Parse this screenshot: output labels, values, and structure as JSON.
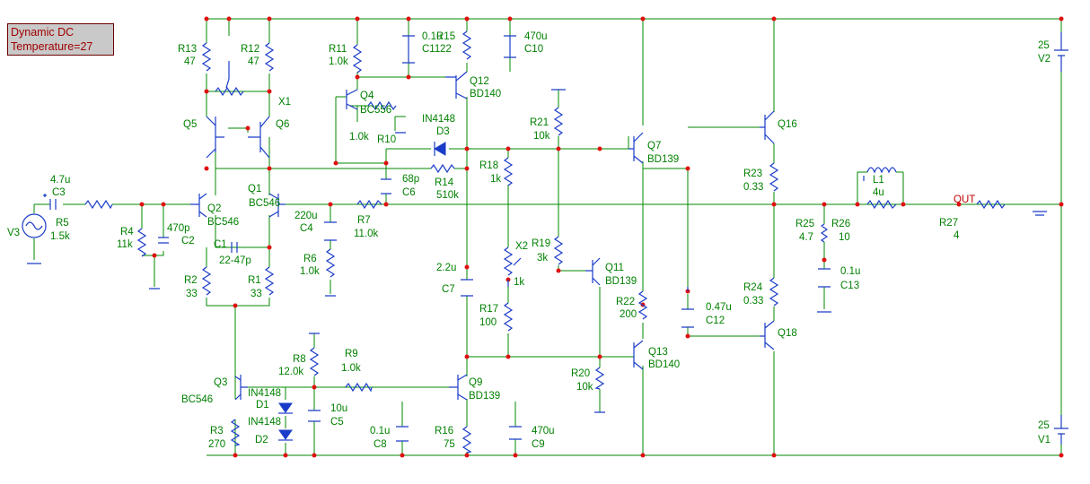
{
  "status": {
    "mode": "Dynamic DC",
    "temperature": "Temperature=27"
  },
  "components": {
    "R13": {
      "name": "R13",
      "value": "47"
    },
    "R12": {
      "name": "R12",
      "value": "47"
    },
    "X1": {
      "name": "X1"
    },
    "Q5": {
      "name": "Q5"
    },
    "Q6": {
      "name": "Q6"
    },
    "R11": {
      "name": "R11",
      "value": "1.0k"
    },
    "C11": {
      "name": "C11",
      "value": "0.1u"
    },
    "R15": {
      "name": "R15",
      "value": "22"
    },
    "C10": {
      "name": "C10",
      "value": "470u"
    },
    "Q12": {
      "name": "Q12",
      "value": "BD140"
    },
    "Q4": {
      "name": "Q4",
      "value": "BC556"
    },
    "R10": {
      "name": "R10",
      "value": "1.0k"
    },
    "D3": {
      "name": "D3",
      "value": "IN4148"
    },
    "R14": {
      "name": "R14",
      "value": "510k"
    },
    "C6": {
      "name": "C6",
      "value": "68p"
    },
    "R21": {
      "name": "R21",
      "value": "10k"
    },
    "Q7": {
      "name": "Q7",
      "value": "BD139"
    },
    "Q16": {
      "name": "Q16"
    },
    "C3": {
      "name": "C3",
      "value": "4.7u"
    },
    "R5": {
      "name": "R5",
      "value": "1.5k"
    },
    "V3": {
      "name": "V3"
    },
    "R4": {
      "name": "R4",
      "value": "11k"
    },
    "C2": {
      "name": "C2",
      "value": "470p"
    },
    "Q2": {
      "name": "Q2",
      "value": "BC546"
    },
    "Q1": {
      "name": "Q1",
      "value": "BC546"
    },
    "C4": {
      "name": "C4",
      "value": "220u"
    },
    "R7": {
      "name": "R7",
      "value": "11.0k"
    },
    "R18": {
      "name": "R18",
      "value": "1k"
    },
    "R23": {
      "name": "R23",
      "value": "0.33"
    },
    "L1": {
      "name": "L1",
      "value": "4u"
    },
    "OUT": {
      "name": "OUT"
    },
    "R27": {
      "name": "R27",
      "value": "4"
    },
    "V2": {
      "name": "V2",
      "value": "25"
    },
    "C1": {
      "name": "C1",
      "value": "22-47p"
    },
    "R6": {
      "name": "R6",
      "value": "1.0k"
    },
    "X2": {
      "name": "X2",
      "value": "1k"
    },
    "R19": {
      "name": "R19",
      "value": "3k"
    },
    "Q11": {
      "name": "Q11",
      "value": "BD139"
    },
    "R25": {
      "name": "R25",
      "value": "4.7"
    },
    "R26": {
      "name": "R26",
      "value": "10"
    },
    "C13": {
      "name": "C13",
      "value": "0.1u"
    },
    "C7": {
      "name": "C7",
      "value": "2.2u"
    },
    "R2": {
      "name": "R2",
      "value": "33"
    },
    "R1": {
      "name": "R1",
      "value": "33"
    },
    "R17": {
      "name": "R17",
      "value": "100"
    },
    "R22": {
      "name": "R22",
      "value": "200"
    },
    "C12": {
      "name": "C12",
      "value": "0.47u"
    },
    "R24": {
      "name": "R24",
      "value": "0.33"
    },
    "Q18": {
      "name": "Q18"
    },
    "R8": {
      "name": "R8",
      "value": "12.0k"
    },
    "R9": {
      "name": "R9",
      "value": "1.0k"
    },
    "Q3": {
      "name": "Q3",
      "value": "BC546"
    },
    "D1": {
      "name": "D1",
      "value": "IN4148"
    },
    "D2": {
      "name": "D2",
      "value": "IN4148"
    },
    "C5": {
      "name": "C5",
      "value": "10u"
    },
    "Q9": {
      "name": "Q9",
      "value": "BD139"
    },
    "Q13": {
      "name": "Q13",
      "value": "BD140"
    },
    "R20": {
      "name": "R20",
      "value": "10k"
    },
    "C8": {
      "name": "C8",
      "value": "0.1u"
    },
    "R16": {
      "name": "R16",
      "value": "75"
    },
    "C9": {
      "name": "C9",
      "value": "470u"
    },
    "R3": {
      "name": "R3",
      "value": "270"
    },
    "V1": {
      "name": "V1",
      "value": "25"
    }
  }
}
